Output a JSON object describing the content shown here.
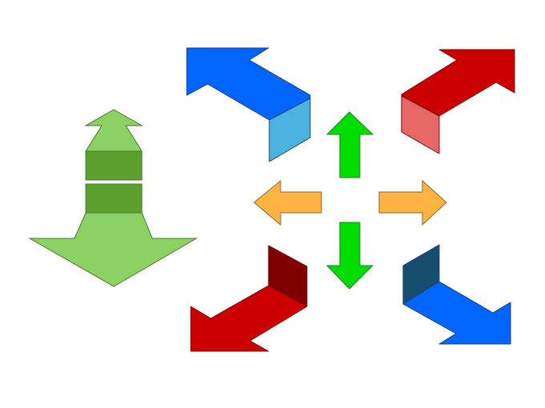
{
  "colors": {
    "blue": "#0066ff",
    "light_blue": "#4cb3e0",
    "dark_blue": "#174e6e",
    "red": "#cc0000",
    "light_red": "#e76666",
    "dark_red": "#800000",
    "green": "#00dd00",
    "orange": "#ffb340",
    "light_green": "#8cd163",
    "dark_green": "#5ba02e"
  },
  "shapes": [
    {
      "name": "big-green-split-arrow",
      "direction": "up-and-down"
    },
    {
      "name": "3d-bent-arrow",
      "direction": "up-left",
      "color": "blue"
    },
    {
      "name": "3d-bent-arrow",
      "direction": "up-right",
      "color": "red"
    },
    {
      "name": "3d-bent-arrow",
      "direction": "down-left",
      "color": "red"
    },
    {
      "name": "3d-bent-arrow",
      "direction": "down-right",
      "color": "blue"
    },
    {
      "name": "block-arrow",
      "direction": "up",
      "color": "green"
    },
    {
      "name": "block-arrow",
      "direction": "down",
      "color": "green"
    },
    {
      "name": "block-arrow",
      "direction": "left",
      "color": "orange"
    },
    {
      "name": "block-arrow",
      "direction": "right",
      "color": "orange"
    }
  ]
}
